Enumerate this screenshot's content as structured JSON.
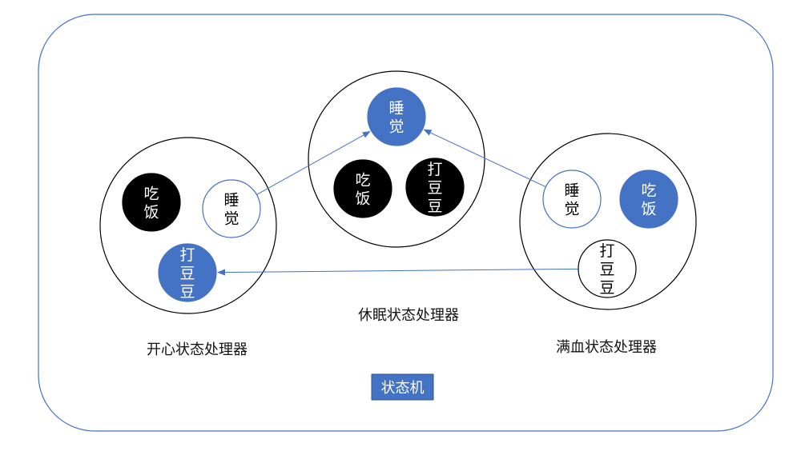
{
  "machine": {
    "label": "状态机",
    "frame_color": "#4472C4",
    "badge_color": "#4472C4"
  },
  "handlers": {
    "happy": {
      "label": "开心状态处理器",
      "states": {
        "eat": {
          "text": "吃\n饭",
          "style": "black"
        },
        "sleep": {
          "text": "睡\n觉",
          "style": "outline"
        },
        "play": {
          "text": "打\n豆\n豆",
          "style": "blue"
        }
      }
    },
    "sleepy": {
      "label": "休眠状态处理器",
      "states": {
        "sleep": {
          "text": "睡\n觉",
          "style": "blue"
        },
        "eat": {
          "text": "吃\n饭",
          "style": "black"
        },
        "play": {
          "text": "打\n豆\n豆",
          "style": "black"
        }
      }
    },
    "full": {
      "label": "满血状态处理器",
      "states": {
        "sleep": {
          "text": "睡\n觉",
          "style": "outline"
        },
        "eat": {
          "text": "吃\n饭",
          "style": "blue"
        },
        "play": {
          "text": "打\n豆\n豆",
          "style": "plain"
        }
      }
    }
  },
  "transitions": [
    {
      "from": "happy.sleep",
      "to": "sleepy.sleep"
    },
    {
      "from": "full.sleep",
      "to": "sleepy.sleep"
    },
    {
      "from": "full.play",
      "to": "happy.play"
    }
  ],
  "colors": {
    "blue": "#4472C4",
    "black": "#000000",
    "outline_stroke": "#4472C4",
    "plain_stroke": "#000000",
    "arrow": "#4472C4"
  }
}
